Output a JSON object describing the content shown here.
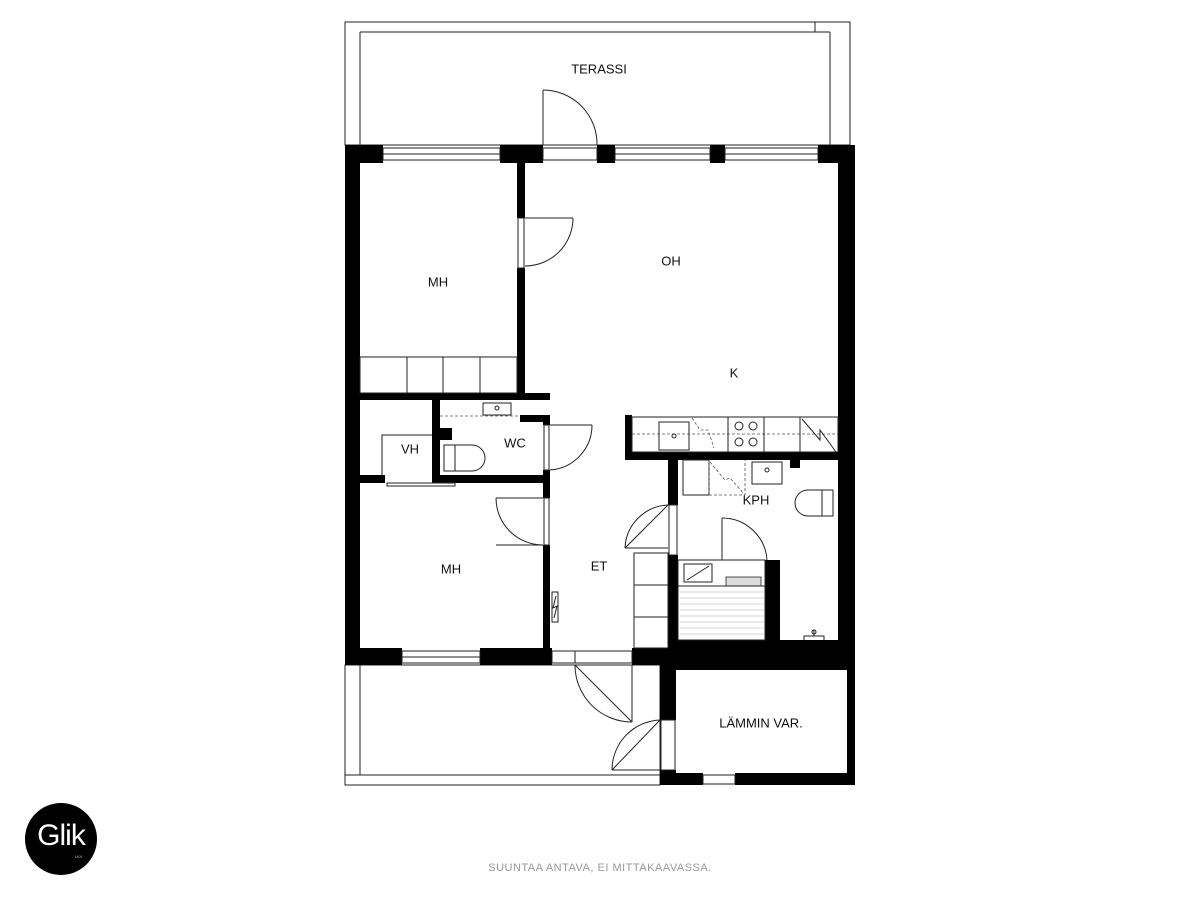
{
  "rooms": {
    "terrace_top": "TERASSI",
    "bedroom_1": "MH",
    "living_room": "OH",
    "kitchen": "K",
    "walk_in_closet": "VH",
    "toilet": "WC",
    "bedroom_2": "MH",
    "entrance_hall": "ET",
    "bathroom": "KPH",
    "storage": "LÄMMIN VAR."
  },
  "logo": {
    "text": "Glik",
    "subtext": "LKV"
  },
  "footer": {
    "disclaimer": "SUUNTAA ANTAVA, EI MITTAKAAVASSA."
  },
  "colors": {
    "wall": "#000000",
    "background": "#ffffff",
    "footer_text": "#999999"
  }
}
